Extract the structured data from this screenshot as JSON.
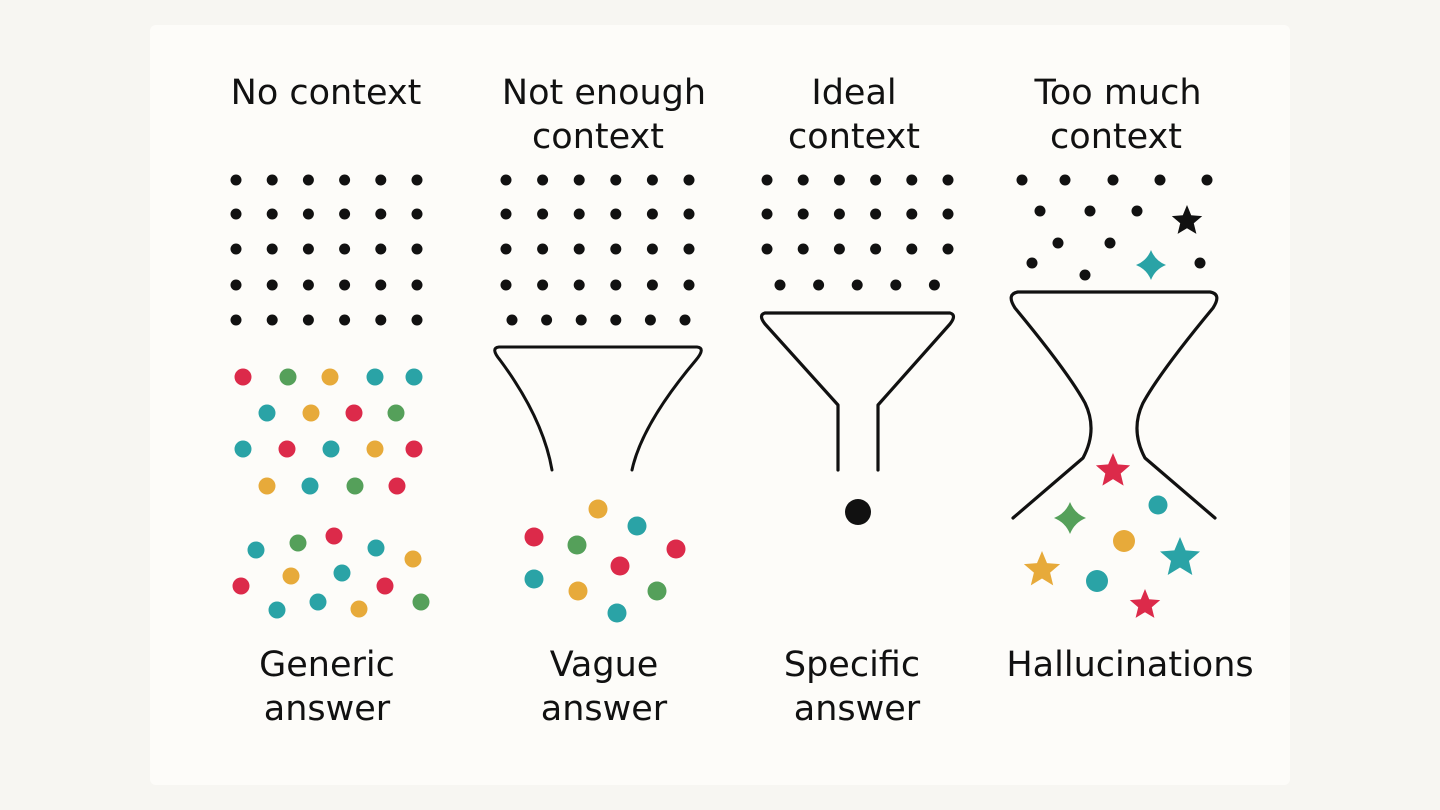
{
  "colors": {
    "ink": "#111111",
    "red": "#dc2a4a",
    "teal": "#2aa3a6",
    "green": "#55a05a",
    "amber": "#e7aa3a",
    "background": "#fdfcf9"
  },
  "columns": [
    {
      "key": "no-context",
      "title": [
        "No context"
      ],
      "caption": [
        "Generic",
        "answer"
      ]
    },
    {
      "key": "not-enough",
      "title": [
        "Not enough",
        "context"
      ],
      "caption": [
        "Vague",
        "answer"
      ]
    },
    {
      "key": "ideal",
      "title": [
        "Ideal",
        "context"
      ],
      "caption": [
        "Specific",
        "answer"
      ]
    },
    {
      "key": "too-much",
      "title": [
        "Too much",
        "context"
      ],
      "caption": [
        "Hallucinations"
      ]
    }
  ],
  "icons": [
    "funnel-icon",
    "hourglass-funnel-icon",
    "star-icon",
    "diamond-sparkle-icon"
  ]
}
